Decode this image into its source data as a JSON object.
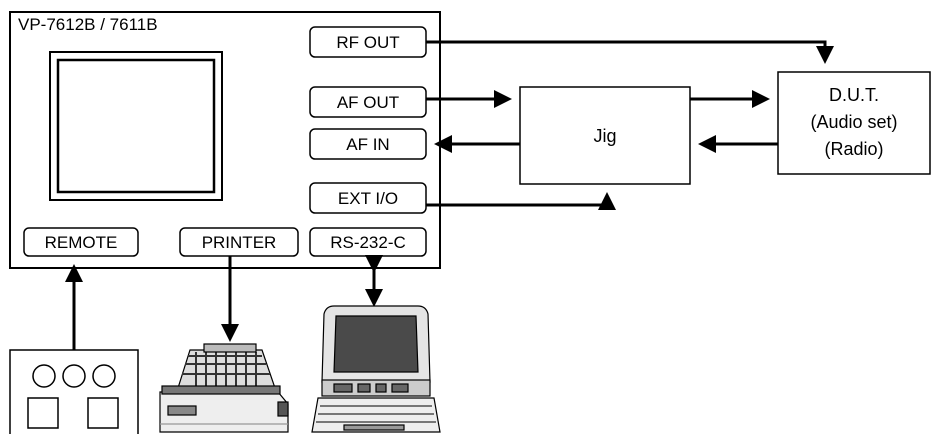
{
  "device": {
    "title": "VP-7612B / 7611B",
    "ports": {
      "rf_out": "RF OUT",
      "af_out": "AF OUT",
      "af_in": "AF IN",
      "ext_io": "EXT I/O",
      "remote": "REMOTE",
      "printer": "PRINTER",
      "rs232c": "RS-232-C"
    }
  },
  "jig": {
    "label": "Jig"
  },
  "dut": {
    "line1": "D.U.T.",
    "line2": "(Audio set)",
    "line3": "(Radio)"
  },
  "peripherals": {
    "remote_box_icon": "remote-control-box-icon",
    "printer_icon": "dot-matrix-printer-icon",
    "computer_icon": "laptop-computer-icon"
  },
  "colors": {
    "line": "#000000",
    "background": "#ffffff"
  }
}
